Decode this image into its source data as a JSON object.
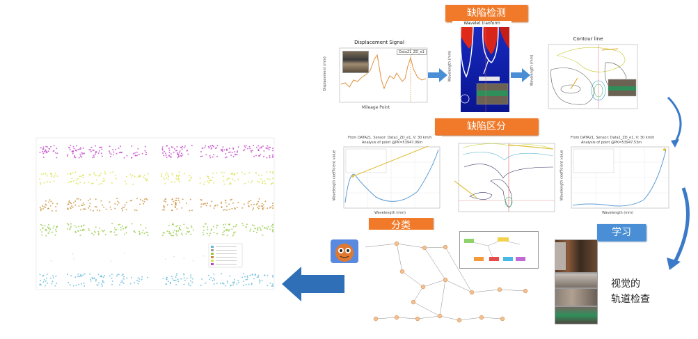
{
  "labels": {
    "defect_detection": "缺陷检测",
    "defect_distinction": "缺陷区分",
    "classification": "分类",
    "learning": "学习"
  },
  "caption": {
    "line1": "视觉的",
    "line2": "轨道检查"
  },
  "panels": {
    "displacement": {
      "title": "Displacement Signal",
      "xlabel": "Mileage Point",
      "ylabel": "Displacement (mm)",
      "legend": "Data21_ZD_e1"
    },
    "wavelet": {
      "title": "Wavelet tranform",
      "ylabel": "Wavelength (mm)"
    },
    "contour": {
      "title": "Contour line",
      "ylabel": "Wavelength (mm)"
    },
    "poly_left": {
      "title": "From DATA21, Sensor: Data1_ZD_e1, V: 30 km/h",
      "subtitle": "Analysis of point @PK=53947.06m",
      "xlabel": "Wavelength (mm)",
      "ylabel": "Wavelength coefficient value"
    },
    "poly_right": {
      "title": "From DATA21, Sensor: Data1_ZD_e1, V: 30 km/h",
      "subtitle": "Analysis of point @PK=53947.53m",
      "xlabel": "Wavelength (mm)",
      "ylabel": "Wavelength coefficient value"
    }
  },
  "colors": {
    "orange": "#f07a2a",
    "blue": "#4a8fd6",
    "arrow_blue": "#2f6fb8",
    "purple": "#c040c8",
    "yellow_green": "#d8e040",
    "brown": "#c88a30",
    "green": "#90c840",
    "cyan": "#60b8d8"
  }
}
